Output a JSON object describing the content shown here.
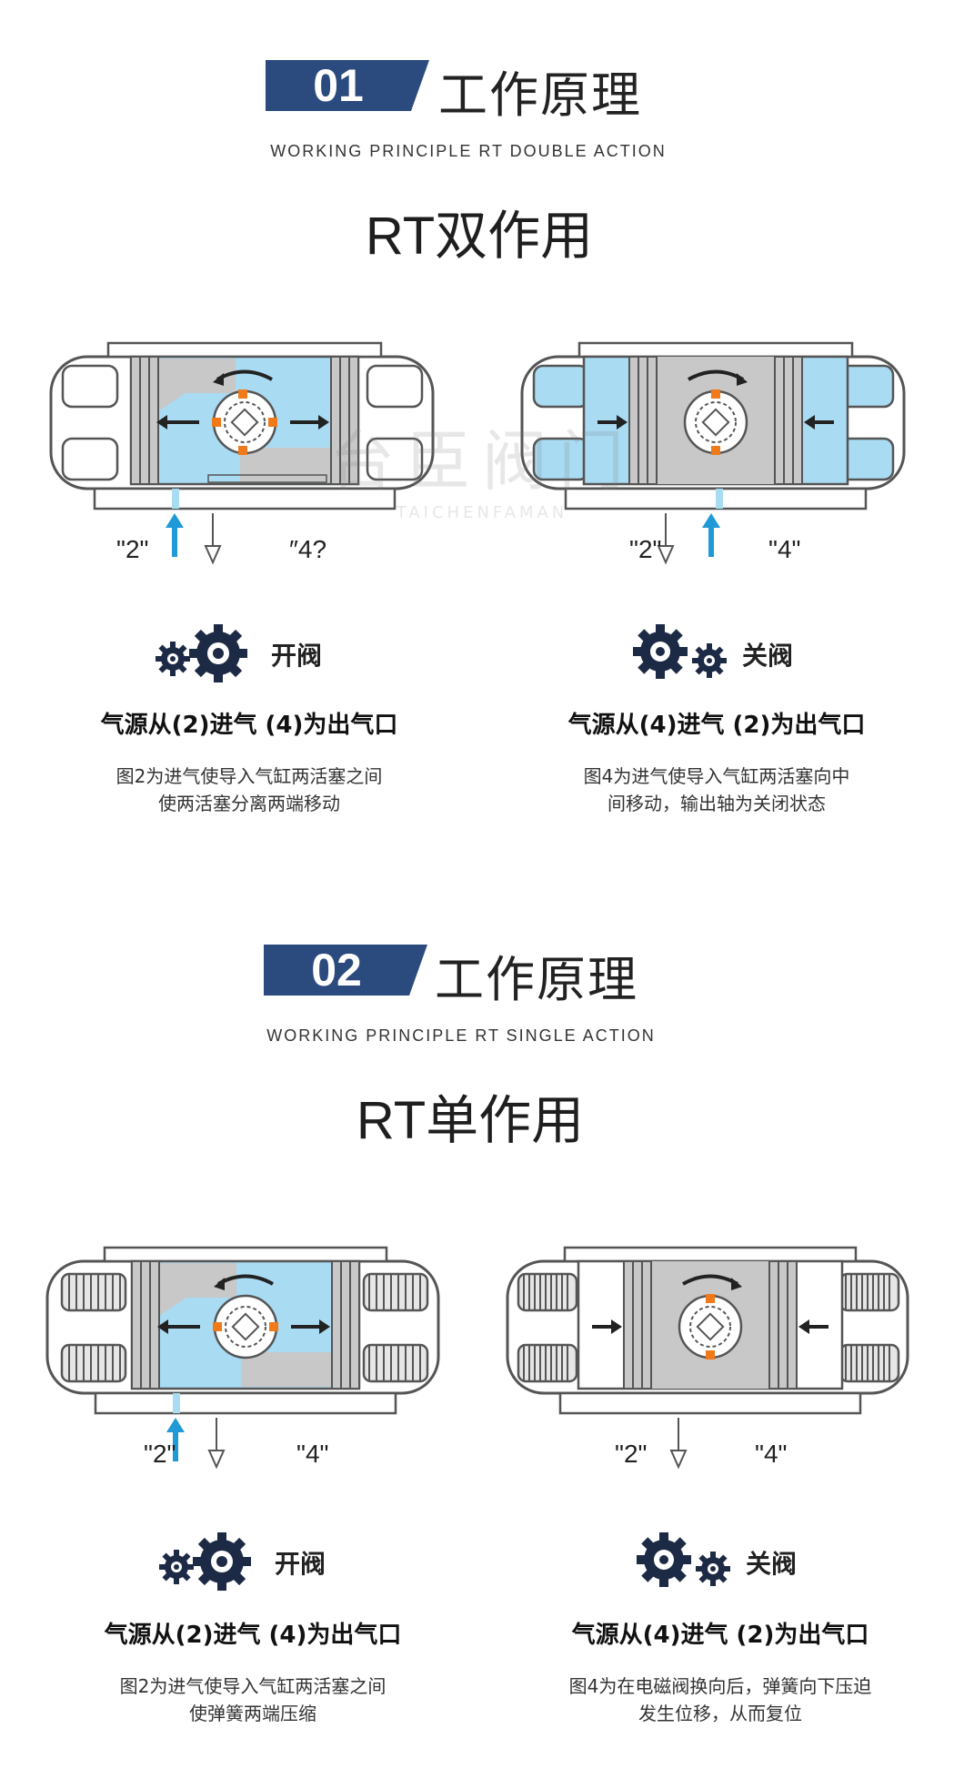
{
  "sections": [
    {
      "number": "01",
      "title": "工作原理",
      "subtitle": "WORKING PRINCIPLE RT DOUBLE ACTION",
      "heading": "RT双作用",
      "left": {
        "port_a": "\"2\"",
        "port_b": "″4?",
        "state": "开阀",
        "caption_title": "气源从(2)进气  (4)为出气口",
        "caption_line1": "图2为进气使导入气缸两活塞之间",
        "caption_line2": "使两活塞分离两端移动"
      },
      "right": {
        "port_a": "\"2\"",
        "port_b": "\"4\"",
        "state": "关阀",
        "caption_title": "气源从(4)进气  (2)为出气口",
        "caption_line1": "图4为进气使导入气缸两活塞向中",
        "caption_line2": "间移动，输出轴为关闭状态"
      }
    },
    {
      "number": "02",
      "title": "工作原理",
      "subtitle": "WORKING PRINCIPLE RT SINGLE ACTION",
      "heading": "RT单作用",
      "left": {
        "port_a": "\"2\"",
        "port_b": "\"4\"",
        "state": "开阀",
        "caption_title": "气源从(2)进气  (4)为出气口",
        "caption_line1": "图2为进气使导入气缸两活塞之间",
        "caption_line2": "使弹簧两端压缩"
      },
      "right": {
        "port_a": "\"2\"",
        "port_b": "\"4\"",
        "state": "关阀",
        "caption_title": "气源从(4)进气  (2)为出气口",
        "caption_line1": "图4为在电磁阀换向后，弹簧向下压迫",
        "caption_line2": "发生位移，从而复位"
      }
    }
  ],
  "watermark": {
    "brand_cn": "台臣阀门",
    "brand_en": "TAICHENFAMAN"
  },
  "colors": {
    "navy": "#2b4a7e",
    "air_blue": "#a9dbf3",
    "arrow_blue": "#1f9ad6",
    "gray": "#c8c8c8",
    "orange": "#f07a1a",
    "gear_dark": "#1d2a45"
  }
}
